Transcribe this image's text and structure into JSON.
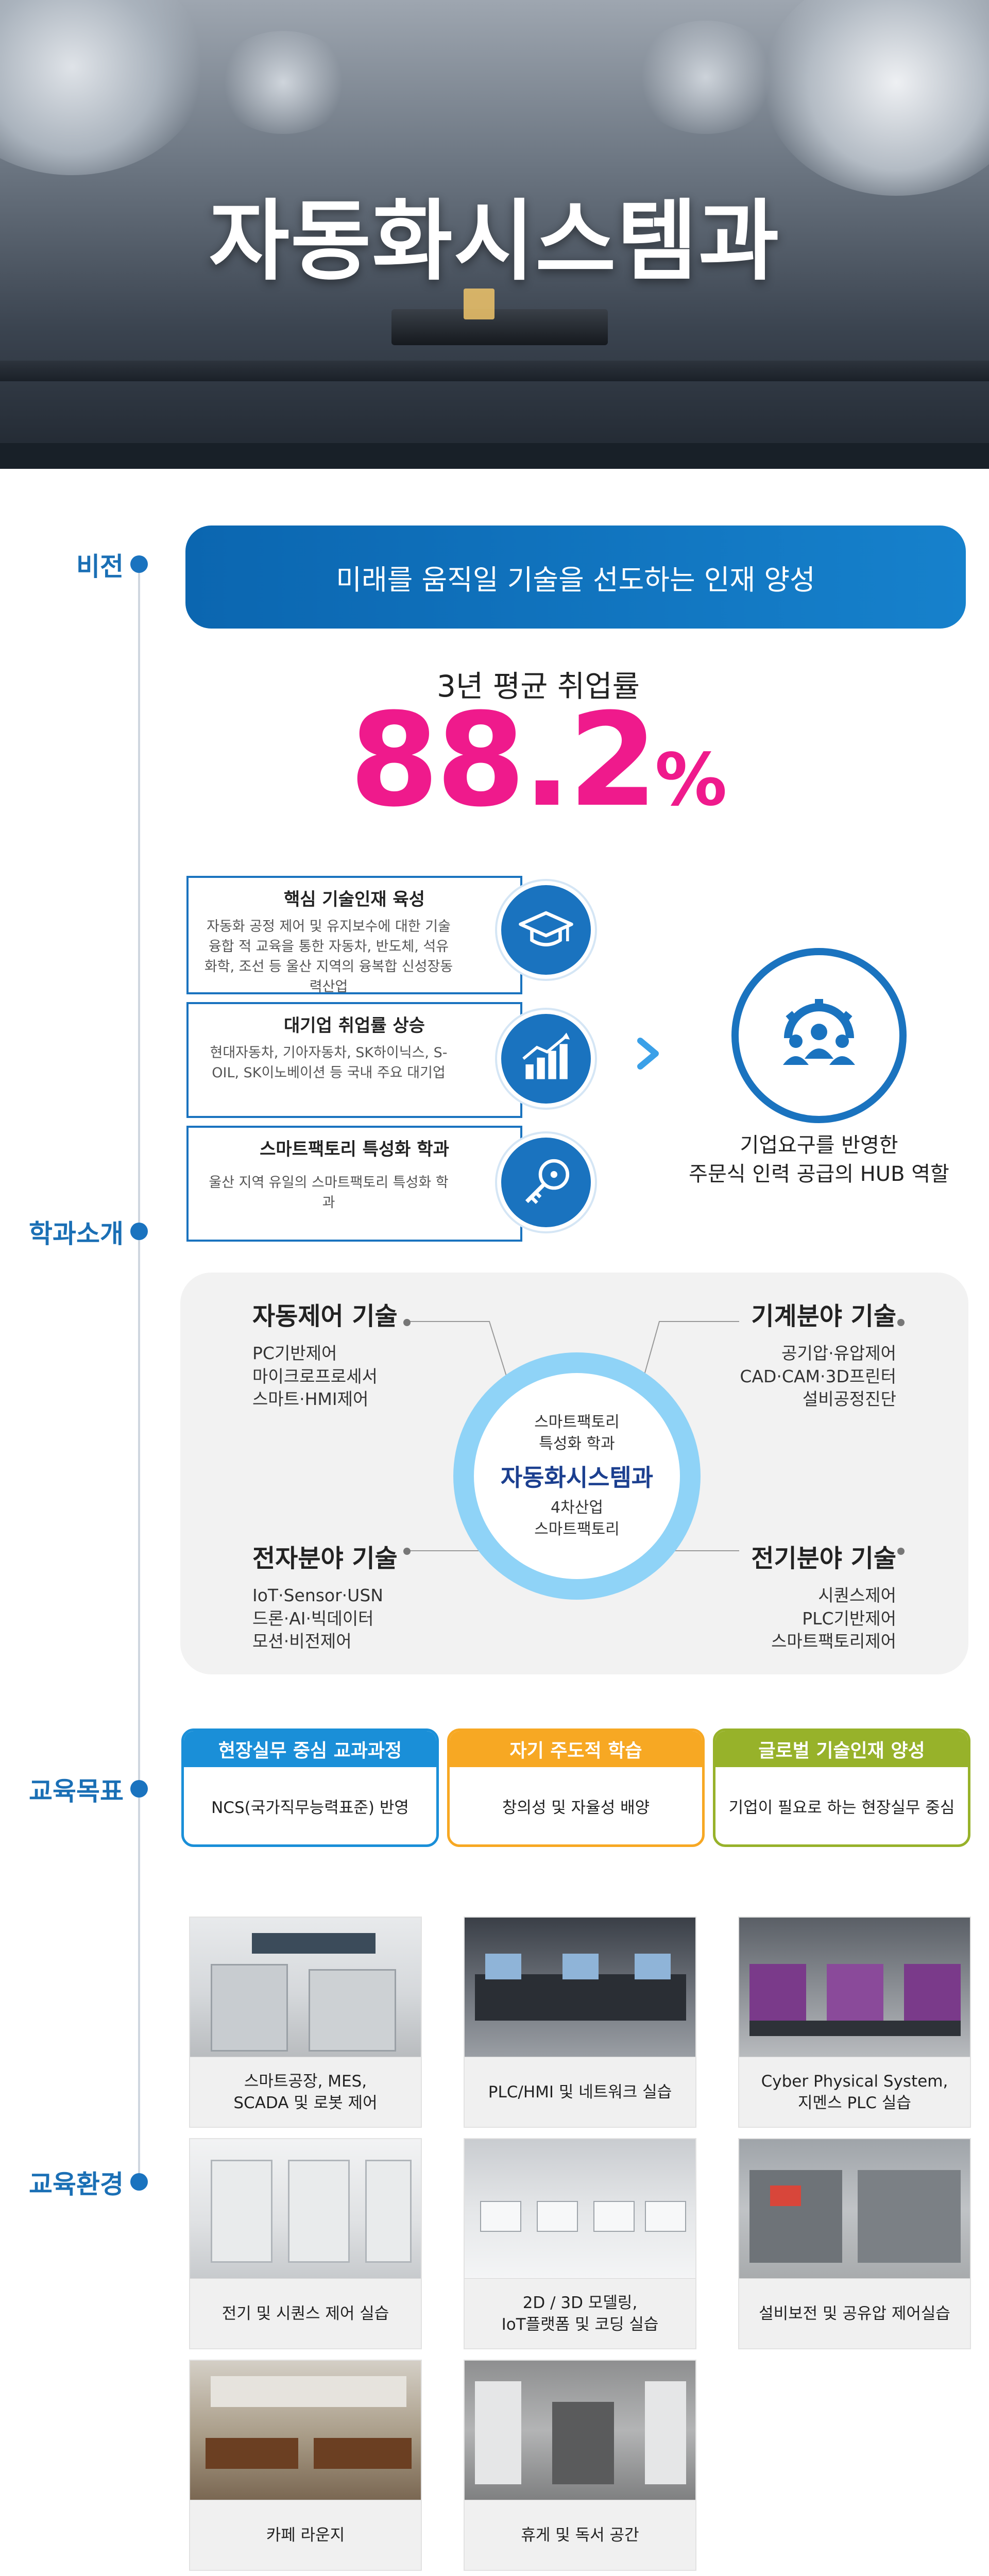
{
  "hero": {
    "title": "자동화시스템과"
  },
  "timeline": {
    "vision": "비전",
    "intro": "학과소개",
    "goals": "교육목표",
    "environment": "교육환경"
  },
  "vision": {
    "statement": "미래를 움직일 기술을 선도하는 인재 양성",
    "employment_label": "3년 평균 취업률",
    "employment_rate": "88.2",
    "employment_unit": "%"
  },
  "features": [
    {
      "title": "핵심 기술인재 육성",
      "desc": "자동화 공정 제어 및 유지보수에 대한 기술융합 적 교육을 통한 자동차, 반도체, 석유화학, 조선 등 울산 지역의 융복합 신성장동력산업",
      "icon": "graduation-cap-icon"
    },
    {
      "title": "대기업 취업률 상승",
      "desc": "현대자동차, 기아자동차, SK하이닉스, S-OIL, SK이노베이션 등 국내 주요 대기업",
      "icon": "growth-chart-icon"
    },
    {
      "title": "스마트팩토리 특성화 학과",
      "desc": "울산 지역 유일의 스마트팩토리 특성화 학과",
      "icon": "circuit-key-icon"
    }
  ],
  "hub": {
    "line1": "기업요구를 반영한",
    "line2": "주문식 인력 공급의 HUB 역할",
    "icon": "team-gear-icon"
  },
  "department": {
    "center_top1": "스마트팩토리",
    "center_top2": "특성화 학과",
    "center_main": "자동화시스템과",
    "center_bottom1": "4차산업",
    "center_bottom2": "스마트팩토리",
    "skills": {
      "control": {
        "title": "자동제어 기술",
        "items": [
          "PC기반제어",
          "마이크로프로세서",
          "스마트·HMI제어"
        ]
      },
      "mechanical": {
        "title": "기계분야 기술",
        "items": [
          "공기압·유압제어",
          "CAD·CAM·3D프린터",
          "설비공정진단"
        ]
      },
      "electronic": {
        "title": "전자분야 기술",
        "items": [
          "IoT·Sensor·USN",
          "드론·AI·빅데이터",
          "모션·비전제어"
        ]
      },
      "electric": {
        "title": "전기분야 기술",
        "items": [
          "시퀀스제어",
          "PLC기반제어",
          "스마트팩토리제어"
        ]
      }
    }
  },
  "goals": [
    {
      "header": "현장실무 중심 교과과정",
      "body": "NCS(국가직무능력표준) 반영",
      "color": "#1a8fd8"
    },
    {
      "header": "자기 주도적 학습",
      "body": "창의성 및 자율성 배양",
      "color": "#f7a823"
    },
    {
      "header": "글로벌 기술인재 양성",
      "body": "기업이 필요로 하는 현장실무 중심",
      "color": "#97b22a"
    }
  ],
  "facilities": [
    {
      "caption1": "스마트공장, MES,",
      "caption2": "SCADA 및 로봇 제어"
    },
    {
      "caption1": "PLC/HMI 및 네트워크 실습",
      "caption2": ""
    },
    {
      "caption1": "Cyber Physical System,",
      "caption2": "지멘스 PLC 실습"
    },
    {
      "caption1": "전기 및 시퀀스 제어 실습",
      "caption2": ""
    },
    {
      "caption1": "2D / 3D 모델링,",
      "caption2": "IoT플랫폼 및 코딩 실습"
    },
    {
      "caption1": "설비보전 및 공유압 제어실습",
      "caption2": ""
    },
    {
      "caption1": "카페 라운지",
      "caption2": ""
    },
    {
      "caption1": "휴게 및 독서 공간",
      "caption2": ""
    }
  ]
}
